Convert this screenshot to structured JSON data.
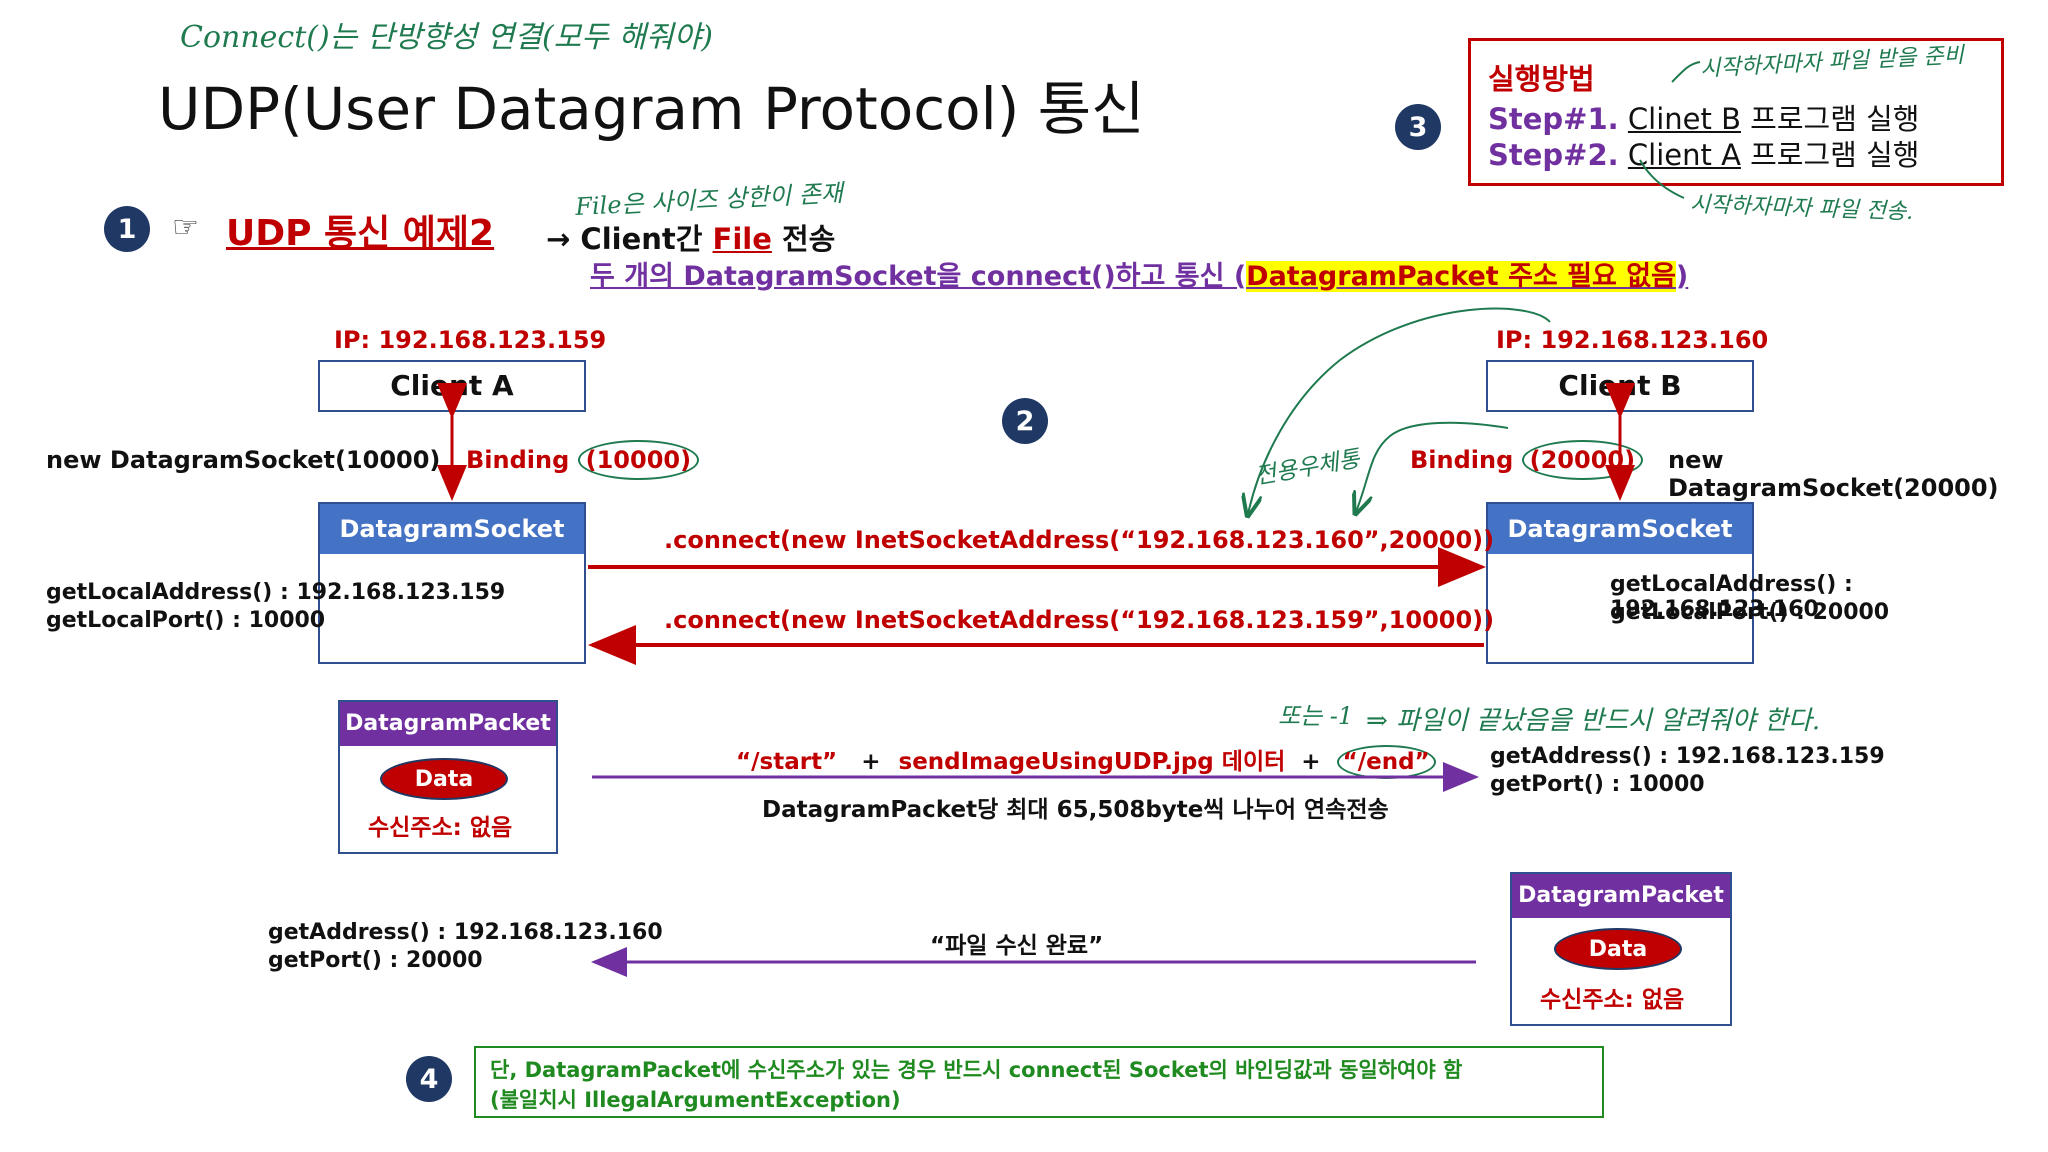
{
  "handnote_top": "Connect()는 단방향성 연결(모두 해줘야)",
  "title": "UDP(User Datagram Protocol) 통신",
  "step_numbers": [
    "1",
    "2",
    "3",
    "4"
  ],
  "section1": {
    "pointer": "☞",
    "heading": "UDP 통신 예제2",
    "arrow": "→",
    "desc_prefix": "Client간 ",
    "desc_file": "File",
    "desc_suffix": " 전송",
    "handnote": "File은 사이즈 상한이 존재",
    "line2_prefix": "두 개의 DatagramSocket을 connect()하고 통신 (",
    "line2_highlight": "DatagramPacket 주소 필요 없음",
    "line2_suffix": ")"
  },
  "run_box": {
    "title": "실행방법",
    "step1_label": "Step#1.",
    "step1_target": "Clinet B",
    "step1_text": " 프로그램 실행",
    "step2_label": "Step#2.",
    "step2_target": "Client A",
    "step2_text": " 프로그램 실행",
    "handnote_top": "시작하자마자 파일 받을 준비",
    "handnote_bottom": "시작하자마자 파일 전송."
  },
  "client_a": {
    "ip": "IP: 192.168.123.159",
    "name": "Client A",
    "new_socket": "new DatagramSocket(10000)",
    "binding_label": "Binding ",
    "binding_port": "(10000)",
    "socket_label": "DatagramSocket",
    "local_address": "getLocalAddress() : 192.168.123.159",
    "local_port": "getLocalPort() : 10000"
  },
  "client_b": {
    "ip": "IP: 192.168.123.160",
    "name": "Client B",
    "new_socket": "new DatagramSocket(20000)",
    "binding_label": "Binding ",
    "binding_port": "(20000)",
    "binding_handnote": "전용우체통",
    "socket_label": "DatagramSocket",
    "local_address": "getLocalAddress() : 192.168.123.160",
    "local_port": "getLocalPort() : 20000"
  },
  "connect_a_to_b": ".connect(new InetSocketAddress(“192.168.123.160”,20000))",
  "connect_b_to_a": ".connect(new InetSocketAddress(“192.168.123.159”,10000))",
  "packet_a": {
    "header": "DatagramPacket",
    "data": "Data",
    "addr": "수신주소: 없음"
  },
  "packet_b": {
    "header": "DatagramPacket",
    "data": "Data",
    "addr": "수신주소: 없음"
  },
  "transfer": {
    "start": "“/start”",
    "plus1": "+",
    "file": "sendImageUsingUDP.jpg 데이터",
    "plus2": "+",
    "end": "“/end”",
    "handnote_or": "또는 -1",
    "handnote_end": "⇒ 파일이 끝났음을 반드시 알려줘야 한다.",
    "note": "DatagramPacket당 최대 65,508byte씩 나누어 연속전송",
    "recv_address": "getAddress() : 192.168.123.159",
    "recv_port": "getPort() : 10000"
  },
  "reply": {
    "message": "“파일 수신 완료”",
    "recv_address": "getAddress() : 192.168.123.160",
    "recv_port": "getPort() : 20000"
  },
  "warning": {
    "line1": "단, DatagramPacket에 수신주소가 있는 경우 반드시 connect된 Socket의 바인딩값과 동일하여야 함",
    "line2": "(불일치시 IllegalArgumentException)"
  },
  "colors": {
    "red": "#c00000",
    "purple": "#7030a0",
    "socket_blue": "#4472c4",
    "navy": "#1f3864",
    "green": "#1f8a1f",
    "highlight": "#ffff00"
  }
}
